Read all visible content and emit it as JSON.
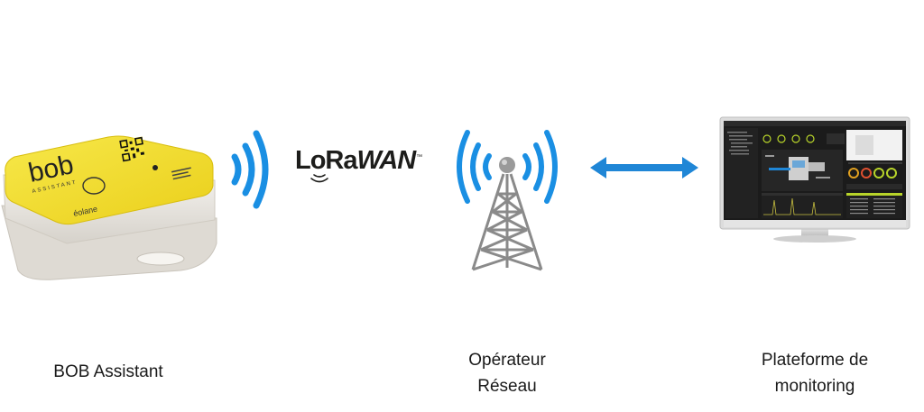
{
  "device": {
    "brand": "bob",
    "brand_sub": "assistant",
    "maker": "éolane",
    "colors": {
      "yellow": "#f4e22a",
      "body": "#ece9e3"
    }
  },
  "network": {
    "protocol": "LoRaWAN",
    "protocol_parts": {
      "lora": "LoRa",
      "wan": "WAN",
      "tm": "™"
    }
  },
  "captions": {
    "device": "BOB Assistant",
    "operator_line1": "Opérateur",
    "operator_line2": "Réseau",
    "platform_line1": "Plateforme de",
    "platform_line2": "monitoring"
  },
  "colors": {
    "signal_blue": "#1a8fe3",
    "arrow_blue": "#1f86d6",
    "tower_grey": "#8a8a8a",
    "monitor_frame": "#d9d9d9",
    "screen_bg": "#1b1b1b",
    "accent_green": "#b8d42a"
  }
}
